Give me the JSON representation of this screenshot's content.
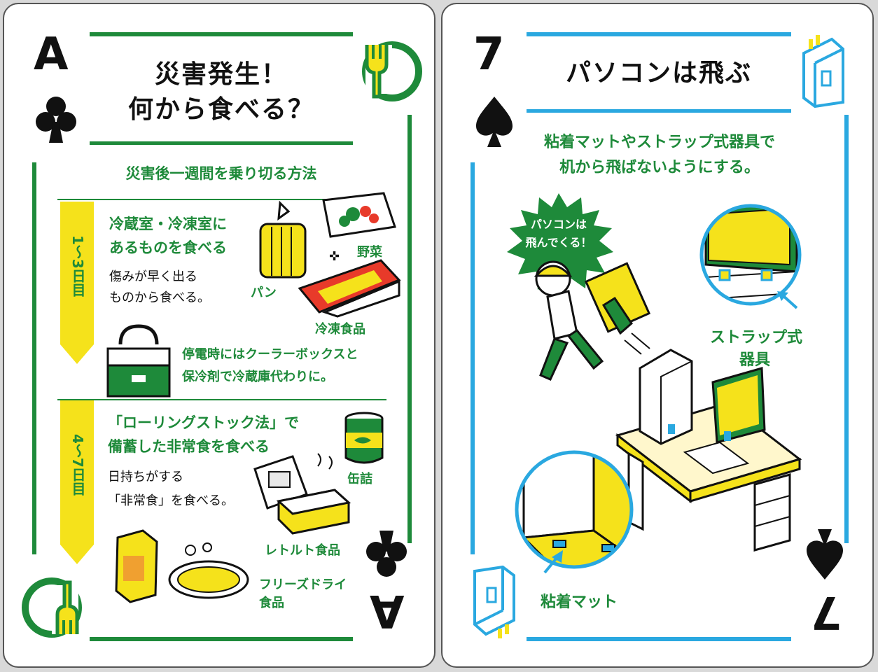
{
  "left_card": {
    "rank": "A",
    "suit_icon": "club-icon",
    "title_line1": "災害発生！",
    "title_line2": "何から食べる？",
    "subtitle": "災害後一週間を乗り切る方法",
    "stage1": {
      "days": "1〜3日目",
      "heading_line1": "冷蔵室・冷凍室に",
      "heading_line2": "あるものを食べる",
      "body_line1": "傷みが早く出る",
      "body_line2": "ものから食べる。",
      "labels": {
        "bread": "パン",
        "vegetables": "野菜",
        "frozen": "冷凍食品"
      },
      "tip_line1": "停電時にはクーラーボックスと",
      "tip_line2": "保冷剤で冷蔵庫代わりに。"
    },
    "stage2": {
      "days": "4〜7日目",
      "heading_line1": "「ローリングストック法」で",
      "heading_line2": "備蓄した非常食を食べる",
      "body_line1": "日持ちがする",
      "body_line2": "「非常食」を食べる。",
      "labels": {
        "canned": "缶詰",
        "retort": "レトルト食品",
        "freeze_dry_line1": "フリーズドライ",
        "freeze_dry_line2": "食品"
      }
    },
    "colors": {
      "accent": "#1e8a3a",
      "yellow": "#f5e21b"
    }
  },
  "right_card": {
    "rank": "7",
    "suit_icon": "spade-icon",
    "title": "パソコンは飛ぶ",
    "subtitle_line1": "粘着マットやストラップ式器具で",
    "subtitle_line2": "机から飛ばないようにする。",
    "burst_line1": "パソコンは",
    "burst_line2": "飛んでくる！",
    "label_strap_line1": "ストラップ式",
    "label_strap_line2": "器具",
    "label_mat": "粘着マット",
    "colors": {
      "accent": "#2aa8e0",
      "green": "#1e8a3a",
      "yellow": "#f5e21b"
    }
  }
}
